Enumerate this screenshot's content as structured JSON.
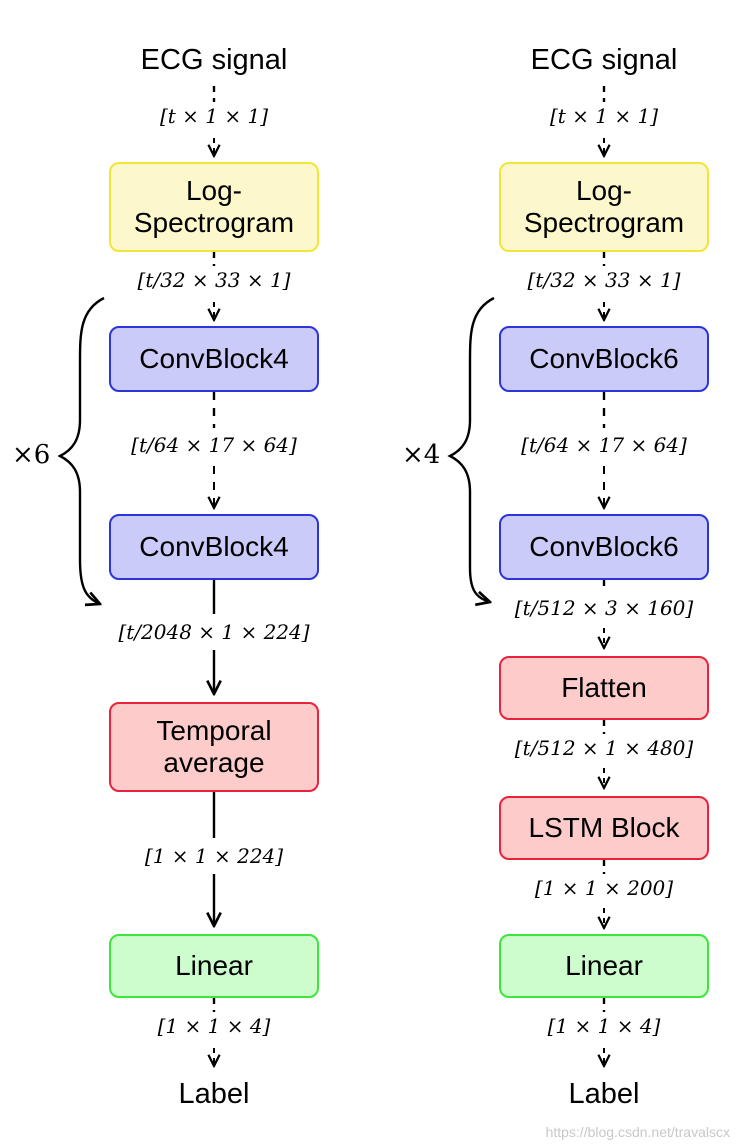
{
  "colors": {
    "yellow_fill": "#fdf8cc",
    "yellow_border": "#f1e53a",
    "blue_fill": "#cbcbf9",
    "blue_border": "#2b35d8",
    "red_fill": "#fecbcb",
    "red_border": "#e8233b",
    "green_fill": "#cdfccd",
    "green_border": "#3de63d",
    "line": "#000000"
  },
  "left": {
    "input": "ECG signal",
    "dim0": "[t × 1 × 1]",
    "log_spec": "Log-\nSpectrogram",
    "dim1": "[t/32 × 33 × 1]",
    "conv_a": "ConvBlock4",
    "dim2": "[t/64 × 17 × 64]",
    "conv_b": "ConvBlock4",
    "repeat": "×6",
    "dim3": "[t/2048 × 1 × 224]",
    "temporal": "Temporal\naverage",
    "dim4": "[1 × 1 × 224]",
    "linear": "Linear",
    "dim5": "[1 × 1 × 4]",
    "output": "Label"
  },
  "right": {
    "input": "ECG signal",
    "dim0": "[t × 1 × 1]",
    "log_spec": "Log-\nSpectrogram",
    "dim1": "[t/32 × 33 × 1]",
    "conv_a": "ConvBlock6",
    "dim2": "[t/64 × 17 × 64]",
    "conv_b": "ConvBlock6",
    "repeat": "×4",
    "dim3": "[t/512 × 3 × 160]",
    "flatten": "Flatten",
    "dim4": "[t/512 × 1 × 480]",
    "lstm": "LSTM Block",
    "dim5": "[1 × 1 × 200]",
    "linear": "Linear",
    "dim6": "[1 × 1 × 4]",
    "output": "Label"
  },
  "watermark": "https://blog.csdn.net/travalscx"
}
